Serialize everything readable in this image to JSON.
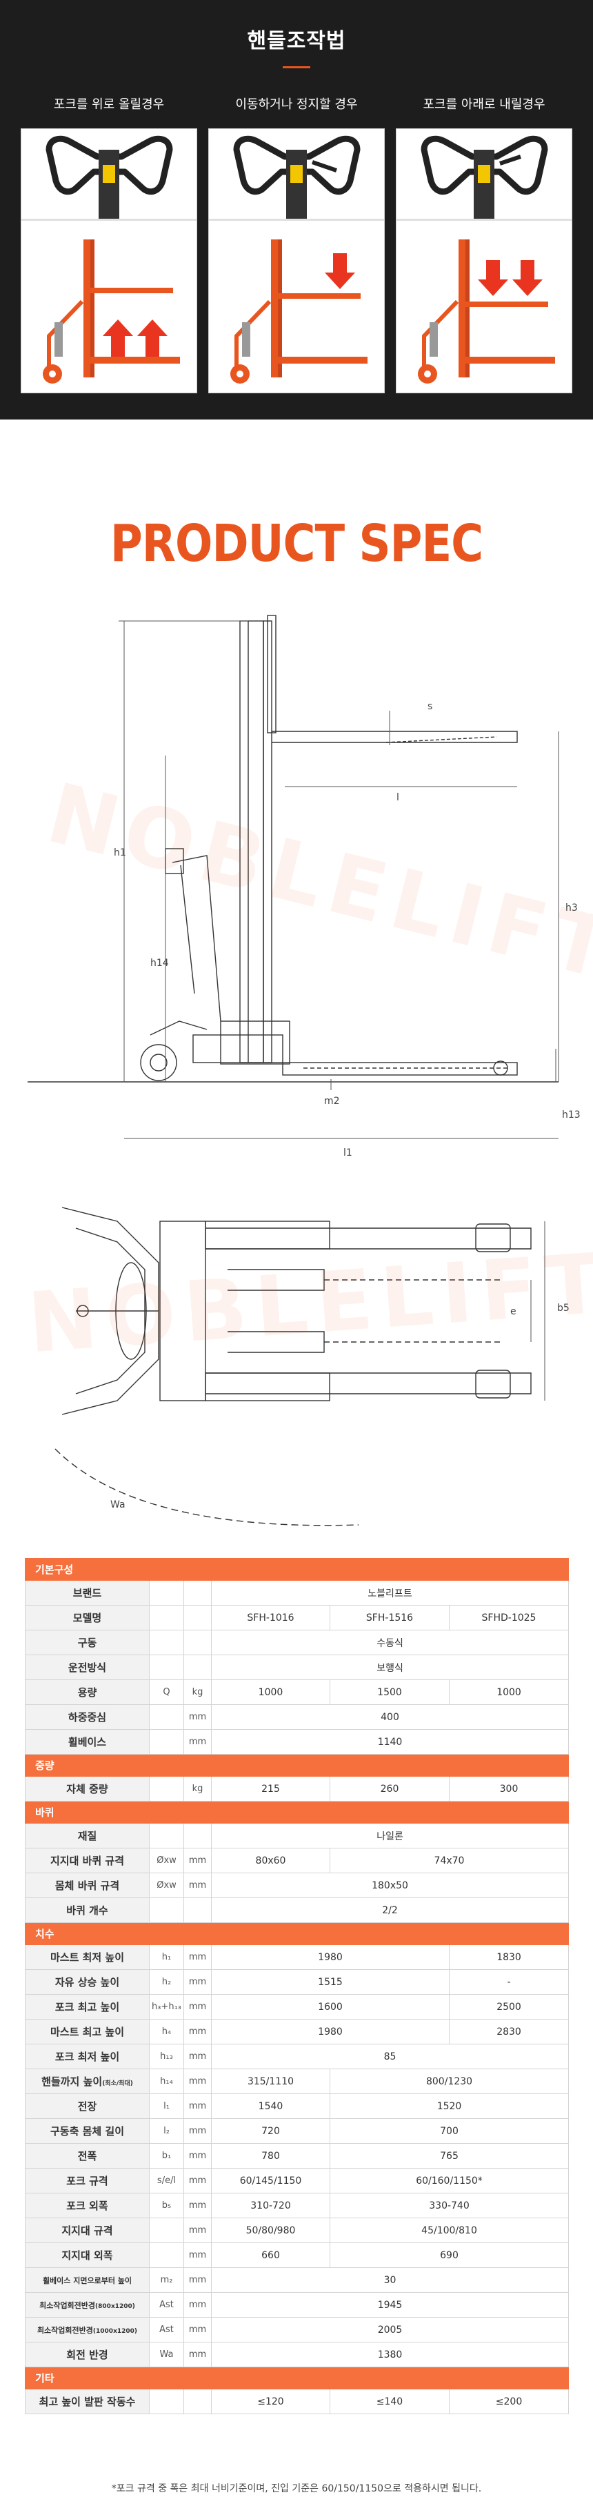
{
  "handle_section": {
    "title": "핸들조작법",
    "modes": [
      {
        "label": "포크를 위로 올릴경우"
      },
      {
        "label": "이동하거나 정지할 경우"
      },
      {
        "label": "포크를 아래로 내릴경우"
      }
    ]
  },
  "spec_title": "PRODUCT SPEC",
  "watermark": "NOBLELIFT",
  "side_view": {
    "dims": {
      "h1": "h1",
      "h14": "h14",
      "h3": "h3",
      "h13": "h13",
      "m2": "m2",
      "l1": "l1",
      "l": "l",
      "s": "s"
    }
  },
  "top_view": {
    "dims": {
      "b5": "b5",
      "e": "e",
      "wa": "Wa"
    }
  },
  "colors": {
    "accent": "#e9551f",
    "section_bar": "#f5703d",
    "dark_bg": "#1d1d1d"
  },
  "spec": {
    "sections": [
      {
        "title": "기본구성",
        "rows": [
          {
            "label": "브랜드",
            "sym": "",
            "unit": "",
            "cells": [
              {
                "v": "노블리프트",
                "span": 3
              }
            ]
          },
          {
            "label": "모델명",
            "sym": "",
            "unit": "",
            "cells": [
              {
                "v": "SFH-1016"
              },
              {
                "v": "SFH-1516"
              },
              {
                "v": "SFHD-1025"
              }
            ]
          },
          {
            "label": "구동",
            "sym": "",
            "unit": "",
            "cells": [
              {
                "v": "수동식",
                "span": 3
              }
            ]
          },
          {
            "label": "운전방식",
            "sym": "",
            "unit": "",
            "cells": [
              {
                "v": "보행식",
                "span": 3
              }
            ]
          },
          {
            "label": "용량",
            "sym": "Q",
            "unit": "kg",
            "cells": [
              {
                "v": "1000"
              },
              {
                "v": "1500"
              },
              {
                "v": "1000"
              }
            ]
          },
          {
            "label": "하중중심",
            "sym": "",
            "unit": "mm",
            "cells": [
              {
                "v": "400",
                "span": 3
              }
            ]
          },
          {
            "label": "휠베이스",
            "sym": "",
            "unit": "mm",
            "cells": [
              {
                "v": "1140",
                "span": 3
              }
            ]
          }
        ]
      },
      {
        "title": "중량",
        "rows": [
          {
            "label": "자체 중량",
            "sym": "",
            "unit": "kg",
            "cells": [
              {
                "v": "215"
              },
              {
                "v": "260"
              },
              {
                "v": "300"
              }
            ]
          }
        ]
      },
      {
        "title": "바퀴",
        "rows": [
          {
            "label": "재질",
            "sym": "",
            "unit": "",
            "cells": [
              {
                "v": "나일론",
                "span": 3
              }
            ]
          },
          {
            "label": "지지대 바퀴 규격",
            "sym": "Øxw",
            "unit": "mm",
            "cells": [
              {
                "v": "80x60"
              },
              {
                "v": "74x70",
                "span": 2
              }
            ]
          },
          {
            "label": "몸체 바퀴 규격",
            "sym": "Øxw",
            "unit": "mm",
            "cells": [
              {
                "v": "180x50",
                "span": 3
              }
            ]
          },
          {
            "label": "바퀴 개수",
            "sym": "",
            "unit": "",
            "cells": [
              {
                "v": "2/2",
                "span": 3
              }
            ]
          }
        ]
      },
      {
        "title": "치수",
        "rows": [
          {
            "label": "마스트 최저 높이",
            "sym": "h₁",
            "unit": "mm",
            "cells": [
              {
                "v": "1980",
                "span": 2
              },
              {
                "v": "1830"
              }
            ]
          },
          {
            "label": "자유 상승 높이",
            "sym": "h₂",
            "unit": "mm",
            "cells": [
              {
                "v": "1515",
                "span": 2
              },
              {
                "v": "-"
              }
            ]
          },
          {
            "label": "포크 최고 높이",
            "sym": "h₃+h₁₃",
            "unit": "mm",
            "cells": [
              {
                "v": "1600",
                "span": 2
              },
              {
                "v": "2500"
              }
            ]
          },
          {
            "label": "마스트 최고 높이",
            "sym": "h₄",
            "unit": "mm",
            "cells": [
              {
                "v": "1980",
                "span": 2
              },
              {
                "v": "2830"
              }
            ]
          },
          {
            "label": "포크 최저 높이",
            "sym": "h₁₃",
            "unit": "mm",
            "cells": [
              {
                "v": "85",
                "span": 3
              }
            ]
          },
          {
            "label": "핸들까지 높이",
            "label_small": "(최소/최대)",
            "sym": "h₁₄",
            "unit": "mm",
            "cells": [
              {
                "v": "315/1110"
              },
              {
                "v": "800/1230",
                "span": 2
              }
            ]
          },
          {
            "label": "전장",
            "sym": "l₁",
            "unit": "mm",
            "cells": [
              {
                "v": "1540"
              },
              {
                "v": "1520",
                "span": 2
              }
            ]
          },
          {
            "label": "구동축 몸체 길이",
            "sym": "l₂",
            "unit": "mm",
            "cells": [
              {
                "v": "720"
              },
              {
                "v": "700",
                "span": 2
              }
            ]
          },
          {
            "label": "전폭",
            "sym": "b₁",
            "unit": "mm",
            "cells": [
              {
                "v": "780"
              },
              {
                "v": "765",
                "span": 2
              }
            ]
          },
          {
            "label": "포크 규격",
            "sym": "s/e/l",
            "unit": "mm",
            "cells": [
              {
                "v": "60/145/1150"
              },
              {
                "v": "60/160/1150*",
                "span": 2
              }
            ]
          },
          {
            "label": "포크 외폭",
            "sym": "b₅",
            "unit": "mm",
            "cells": [
              {
                "v": "310-720"
              },
              {
                "v": "330-740",
                "span": 2
              }
            ]
          },
          {
            "label": "지지대 규격",
            "sym": "",
            "unit": "mm",
            "cells": [
              {
                "v": "50/80/980"
              },
              {
                "v": "45/100/810",
                "span": 2
              }
            ]
          },
          {
            "label": "지지대 외폭",
            "sym": "",
            "unit": "mm",
            "cells": [
              {
                "v": "660"
              },
              {
                "v": "690",
                "span": 2
              }
            ]
          },
          {
            "label": "휠베이스 지면으로부터 높이",
            "small": true,
            "sym": "m₂",
            "unit": "mm",
            "cells": [
              {
                "v": "30",
                "span": 3
              }
            ]
          },
          {
            "label": "최소작업회전반경",
            "label_small": "(800x1200)",
            "small": true,
            "sym": "Ast",
            "unit": "mm",
            "cells": [
              {
                "v": "1945",
                "span": 3
              }
            ]
          },
          {
            "label": "최소작업회전반경",
            "label_small": "(1000x1200)",
            "small": true,
            "sym": "Ast",
            "unit": "mm",
            "cells": [
              {
                "v": "2005",
                "span": 3
              }
            ]
          },
          {
            "label": "회전 반경",
            "sym": "Wa",
            "unit": "mm",
            "cells": [
              {
                "v": "1380",
                "span": 3
              }
            ]
          }
        ]
      },
      {
        "title": "기타",
        "rows": [
          {
            "label": "최고 높이 발판 작동수",
            "sym": "",
            "unit": "",
            "cells": [
              {
                "v": "≤120"
              },
              {
                "v": "≤140"
              },
              {
                "v": "≤200"
              }
            ]
          }
        ]
      }
    ],
    "footnote": "*포크 규격 중 폭은 최대 너비기준이며, 진입 기준은 60/150/1150으로 적용하시면 됩니다."
  }
}
